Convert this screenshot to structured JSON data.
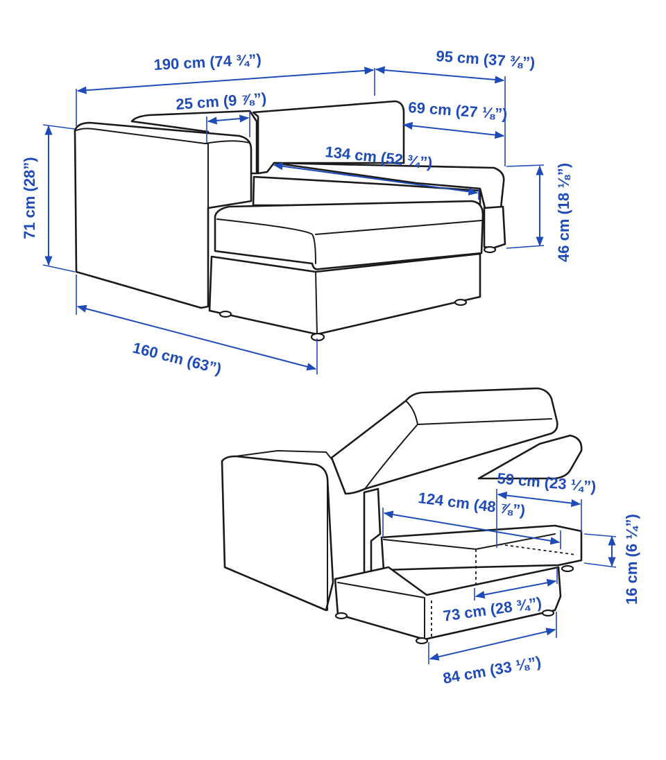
{
  "colors": {
    "dimension": "#1f4bb8",
    "outline": "#1a1a1a",
    "background": "#ffffff"
  },
  "top_view": {
    "width_total": "190 cm (74 ¾”)",
    "depth_total": "95 cm (37 ⅜”)",
    "armrest_width": "25 cm (9 ⅞”)",
    "seat_depth": "69 cm (27 ⅛”)",
    "chaise_length": "134 cm (52 ¾”)",
    "height_total": "71 cm (28”)",
    "seat_height": "46 cm (18 ⅛”)",
    "front_length": "160 cm (63”)"
  },
  "storage_view": {
    "storage_depth": "59 cm (23 ¼”)",
    "storage_length": "124 cm (48 ⅞”)",
    "storage_height": "16 cm (6 ¼”)",
    "compartment_width": "73 cm (28 ¾”)",
    "base_width": "84 cm (33 ⅛”)"
  }
}
